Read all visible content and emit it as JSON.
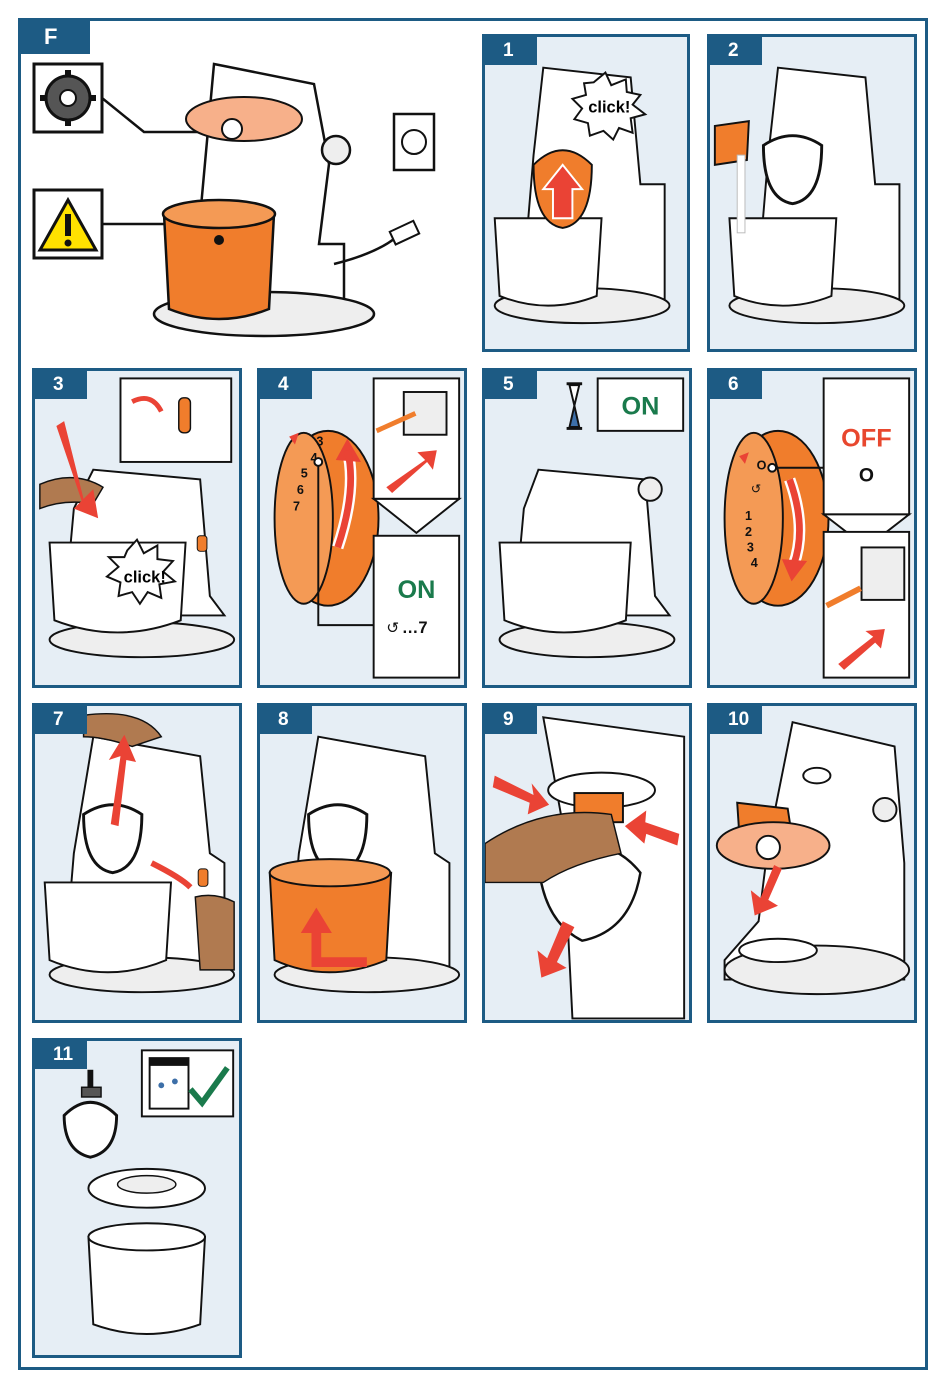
{
  "section_label": "F",
  "steps": [
    "1",
    "2",
    "3",
    "4",
    "5",
    "6",
    "7",
    "8",
    "9",
    "10",
    "11"
  ],
  "callouts": {
    "click": "click!",
    "on": "ON",
    "off": "OFF",
    "off_symbol": "O",
    "speed_range": "…7"
  },
  "dial_numbers_step4": [
    "3",
    "4",
    "5",
    "6",
    "7"
  ],
  "dial_numbers_step6": [
    "1",
    "2",
    "3",
    "4"
  ],
  "icons": {
    "overview": [
      "gear-icon",
      "warning-icon",
      "wall-socket-icon",
      "plug-icon"
    ],
    "step5": "hourglass-icon",
    "step11": "dishwasher-safe-icon"
  },
  "colors": {
    "frame": "#1d5b84",
    "panel_bg": "#e6eef5",
    "accent_orange": "#f07d2c",
    "arrow_red": "#ea4335",
    "on_green": "#1a7a4c",
    "off_red": "#e8472e"
  }
}
